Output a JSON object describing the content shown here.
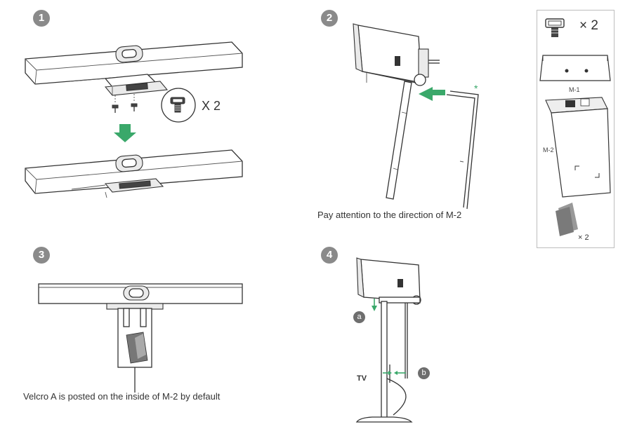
{
  "steps": {
    "one": {
      "number": "1",
      "quantity": "X 2"
    },
    "two": {
      "number": "2",
      "caption": "Pay attention to the direction of M-2",
      "star": "*"
    },
    "three": {
      "number": "3",
      "caption": "Velcro A is posted on the inside of M-2 by default"
    },
    "four": {
      "number": "4",
      "tv_label": "TV",
      "marker_a": "a",
      "marker_b": "b"
    }
  },
  "parts": {
    "screw_quantity": "× 2",
    "m1_label": "M-1",
    "m2_label": "M-2",
    "velcro_quantity": "× 2"
  },
  "colors": {
    "accent_green": "#3aa86a",
    "line": "#333333",
    "badge_gray": "#8a8a8a"
  }
}
